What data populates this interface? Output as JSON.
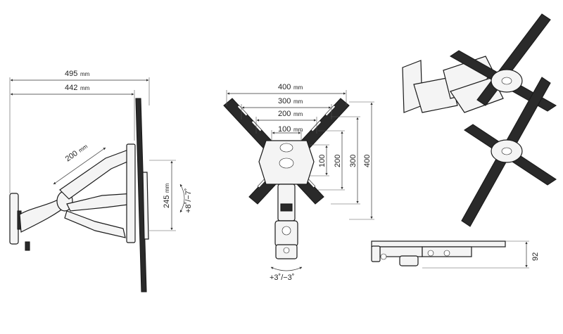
{
  "side_view": {
    "width_total": "495",
    "width_inner": "442",
    "arm_length": "200",
    "height": "245",
    "tilt": "+8˚/−7˚",
    "unit": "mm"
  },
  "front_view": {
    "width_400": "400",
    "width_300": "300",
    "width_200": "200",
    "width_100": "100",
    "height_100": "100",
    "height_200": "200",
    "height_300": "300",
    "height_400": "400",
    "swivel": "+3˚/−3˚",
    "unit": "mm"
  },
  "top_view": {
    "depth": "92"
  },
  "colors": {
    "line": "#1a1a1a",
    "fill_light": "#f4f4f4",
    "fill_dark": "#2a2a2a"
  }
}
